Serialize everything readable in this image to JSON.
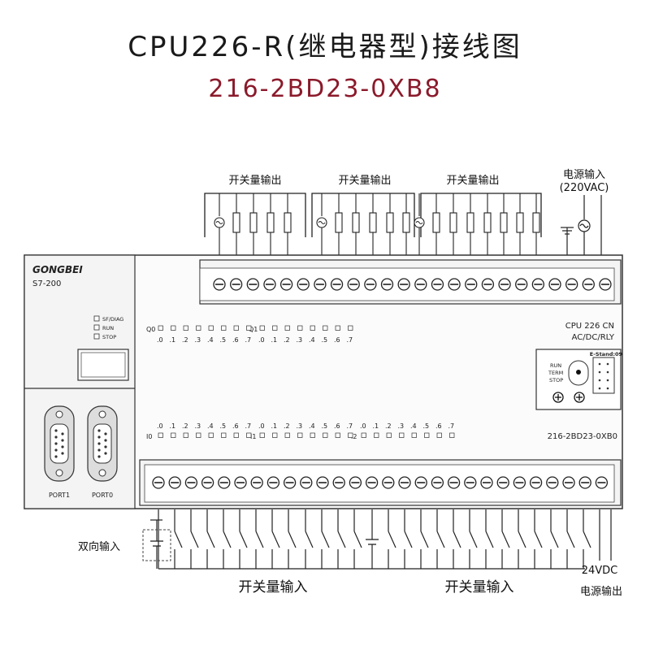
{
  "title": "CPU226-R(继电器型)接线图",
  "subtitle": "216-2BD23-0XB8",
  "colors": {
    "title": "#1a1a1a",
    "subtitle": "#8b1a2b",
    "line": "#222222",
    "panel": "#f7f7f7"
  },
  "top_labels": {
    "relay_out_1": "开关量输出",
    "relay_out_2": "开关量输出",
    "relay_out_3": "开关量输出",
    "power_in": "电源输入",
    "power_in_spec": "(220VAC)"
  },
  "plc": {
    "brand": "GONGBEI",
    "series": "S7-200",
    "led_sf": "SF/DIAG",
    "led_run": "RUN",
    "led_stop": "STOP",
    "port1": "PORT1",
    "port0": "PORT0",
    "model": "CPU  226 CN",
    "model_type": "AC/DC/RLY",
    "estand": "E-Stand:09",
    "switch_run": "RUN",
    "switch_term": "TERM",
    "switch_stop": "STOP",
    "part_no": "216-2BD23-0XB0",
    "q0": "Q0",
    "q1": "Q1",
    "i0": "I0",
    "i1": "I1",
    "i2": "I2",
    "bit_labels": [
      ".0",
      ".1",
      ".2",
      ".3",
      ".4",
      ".5",
      ".6",
      ".7"
    ]
  },
  "bottom_labels": {
    "bidirectional": "双向输入",
    "switch_in_1": "开关量输入",
    "switch_in_2": "开关量输入",
    "dc_out": "24VDC",
    "dc_out_2": "电源输出"
  },
  "icons": [
    "ac-source-icon",
    "ground-icon",
    "terminal-screw-icon",
    "db9-port-icon",
    "switch-contact-icon",
    "relay-coil-icon",
    "dc-battery-icon"
  ]
}
